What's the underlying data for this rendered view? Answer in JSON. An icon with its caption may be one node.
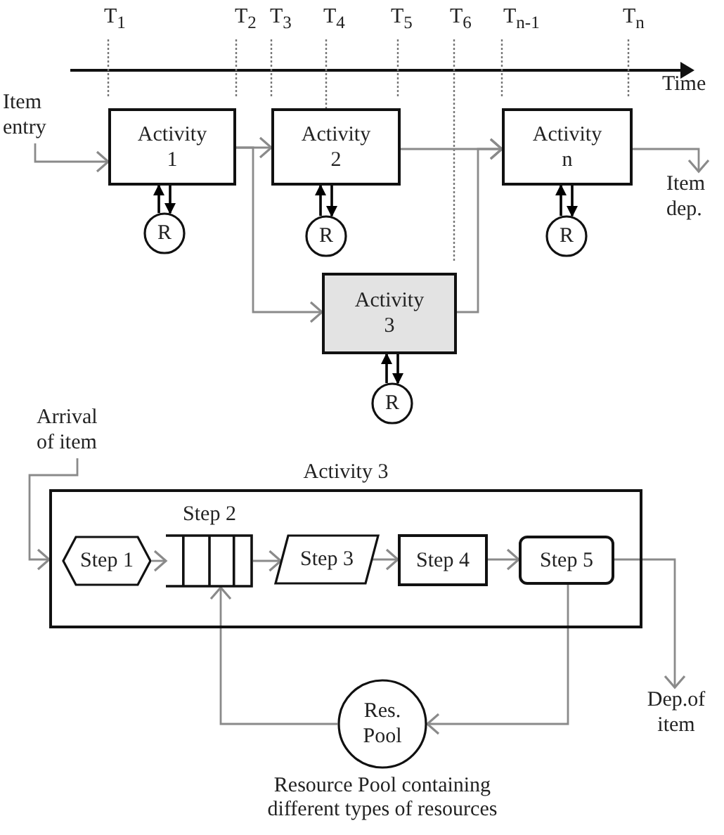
{
  "diagram": {
    "nodes": [
      {
        "text": [
          "Item entry"
        ]
      },
      {
        "text": [
          "Activity 1"
        ]
      },
      {
        "text": [
          "Activity 2"
        ]
      },
      {
        "text": [
          "Activity n"
        ]
      },
      {
        "text": [
          "Item dep."
        ]
      },
      {
        "text": [
          "R"
        ]
      },
      {
        "text": [
          "R"
        ]
      },
      {
        "text": [
          "R"
        ]
      },
      {
        "text": [
          "Activity 3"
        ]
      },
      {
        "text": [
          "R"
        ]
      },
      {
        "text": [
          "Arrival of item"
        ]
      },
      {
        "text": [
          "Activity 3"
        ]
      },
      {
        "text": [
          "Step 1"
        ],
        "in": 11
      },
      {
        "text": [
          "Step 2"
        ],
        "in": 11
      },
      {
        "text": [
          "Step 3"
        ],
        "in": 11
      },
      {
        "text": [
          "Step 4"
        ],
        "in": 11
      },
      {
        "text": [
          "Step 5"
        ],
        "in": 11
      },
      {
        "text": [
          "Res. Pool"
        ],
        "beside": [
          "Resource Pool containing different types of resources"
        ]
      },
      {
        "text": [
          "Dep.of item"
        ]
      }
    ],
    "edges": [
      {
        "from": 0,
        "to": 1,
        "arrow": "to"
      },
      {
        "from": 1,
        "to": 2,
        "arrow": "to"
      },
      {
        "from": 1,
        "to": 8,
        "arrow": "to"
      },
      {
        "from": 2,
        "to": 3,
        "arrow": "to"
      },
      {
        "from": 8,
        "to": 3,
        "arrow": "to"
      },
      {
        "from": 3,
        "to": 4,
        "arrow": "to"
      },
      {
        "from": 5,
        "to": 1,
        "arrow": "to",
        "color": "#000000"
      },
      {
        "from": 1,
        "to": 5,
        "arrow": "to",
        "color": "#000000"
      },
      {
        "from": 6,
        "to": 2,
        "arrow": "to",
        "color": "#000000"
      },
      {
        "from": 2,
        "to": 6,
        "arrow": "to",
        "color": "#000000"
      },
      {
        "from": 7,
        "to": 3,
        "arrow": "to",
        "color": "#000000"
      },
      {
        "from": 3,
        "to": 7,
        "arrow": "to",
        "color": "#000000"
      },
      {
        "from": 9,
        "to": 8,
        "arrow": "to",
        "color": "#000000"
      },
      {
        "from": 8,
        "to": 9,
        "arrow": "to",
        "color": "#000000"
      },
      {
        "from": 10,
        "to": 11,
        "arrow": "to"
      },
      {
        "from": 12,
        "to": 13,
        "arrow": "to"
      },
      {
        "from": 13,
        "to": 14,
        "arrow": "to"
      },
      {
        "from": 14,
        "to": 15,
        "arrow": "to"
      },
      {
        "from": 15,
        "to": 16,
        "arrow": "to"
      },
      {
        "from": 16,
        "to": 17,
        "arrow": "to"
      },
      {
        "from": 17,
        "to": 13,
        "arrow": "to"
      },
      {
        "from": 16,
        "to": 18,
        "arrow": "to"
      }
    ],
    "labels": [
      "T$_{1}$",
      "T$_{2}$",
      "T$_{3}$",
      "T$_{4}$",
      "T$_{5}$",
      "T$_{6}$",
      "T$_{n-1}$",
      "T$_{n}$",
      "Time"
    ]
  }
}
